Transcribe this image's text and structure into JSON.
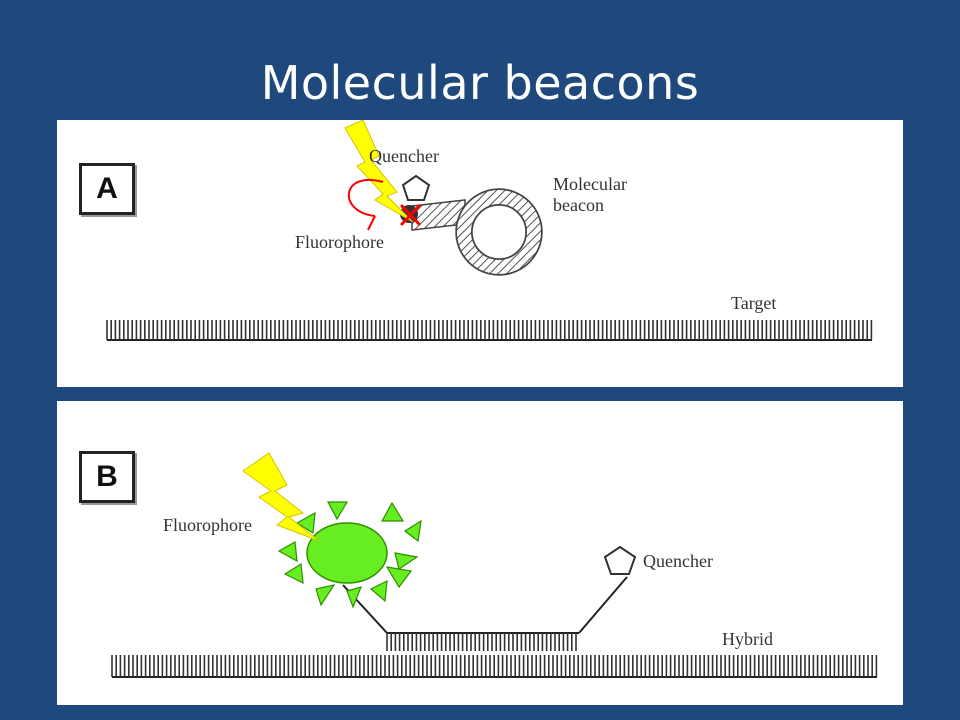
{
  "slide": {
    "title": "Molecular beacons",
    "background_color": "#1f497d"
  },
  "panel_a": {
    "label": "A",
    "quencher_label": "Quencher",
    "fluorophore_label": "Fluorophore",
    "beacon_label_line1": "Molecular",
    "beacon_label_line2": "beacon",
    "target_label": "Target",
    "lightning_color": "#ffff00",
    "quench_mark_color": "#ff0000"
  },
  "panel_b": {
    "label": "B",
    "fluorophore_label": "Fluorophore",
    "quencher_label": "Quencher",
    "hybrid_label": "Hybrid",
    "glow_color": "#66ee22",
    "lightning_color": "#ffff00"
  }
}
